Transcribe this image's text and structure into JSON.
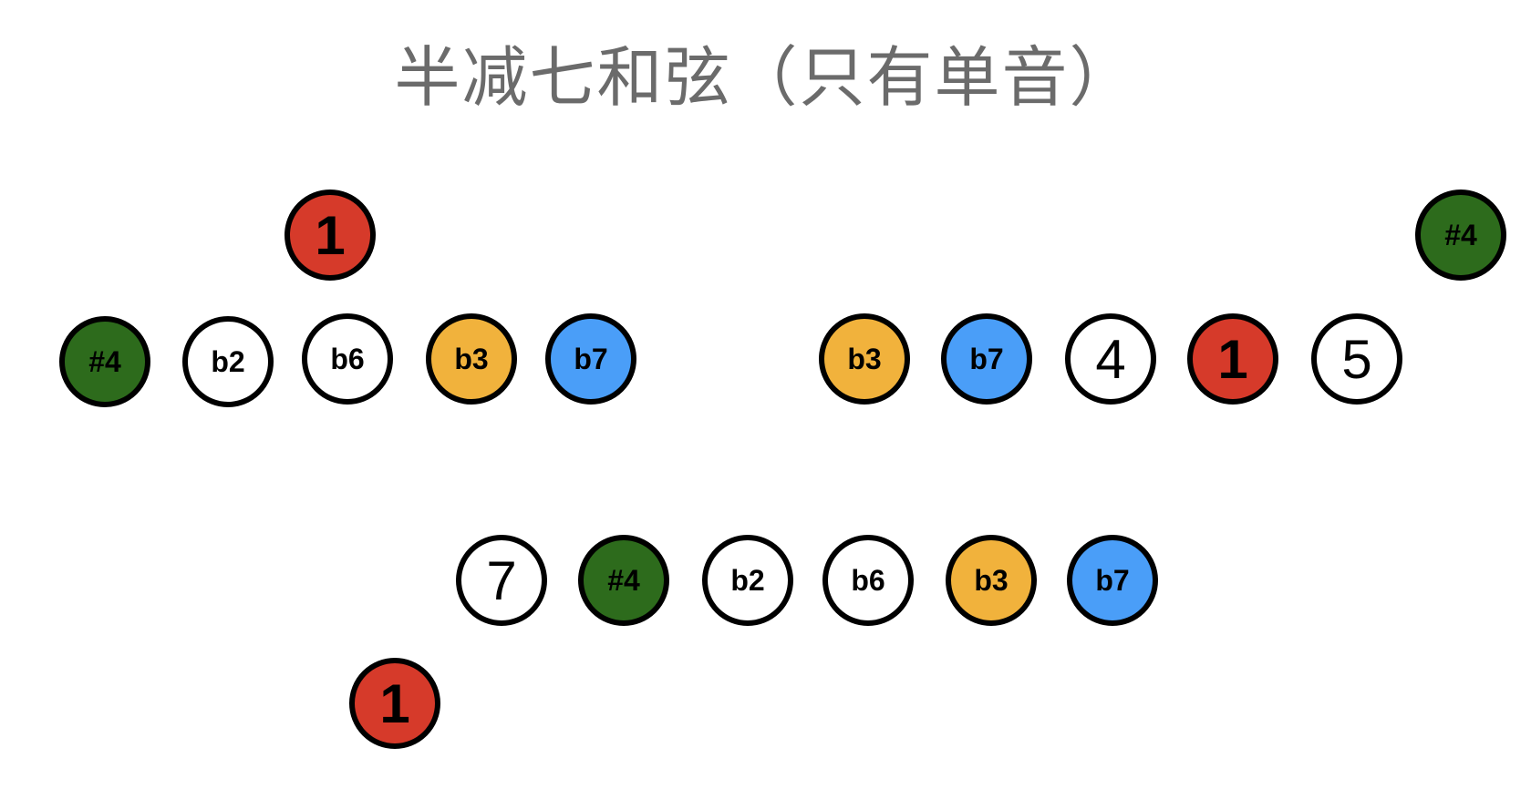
{
  "title": "半减七和弦（只有单音）",
  "colors": {
    "root": "#d63a2a",
    "sharp4": "#2d6b1c",
    "flat3": "#f1b23c",
    "flat7": "#4a9ef8",
    "plain": "#ffffff",
    "outline": "#000000",
    "title_text": "#6b6b6b"
  },
  "group_a": {
    "root": "1",
    "notes": [
      "#4",
      "b2",
      "b6",
      "b3",
      "b7"
    ]
  },
  "group_b": {
    "top": "#4",
    "notes": [
      "b3",
      "b7",
      "4",
      "1",
      "5"
    ]
  },
  "group_c": {
    "notes": [
      "7",
      "#4",
      "b2",
      "b6",
      "b3",
      "b7"
    ],
    "root": "1"
  }
}
